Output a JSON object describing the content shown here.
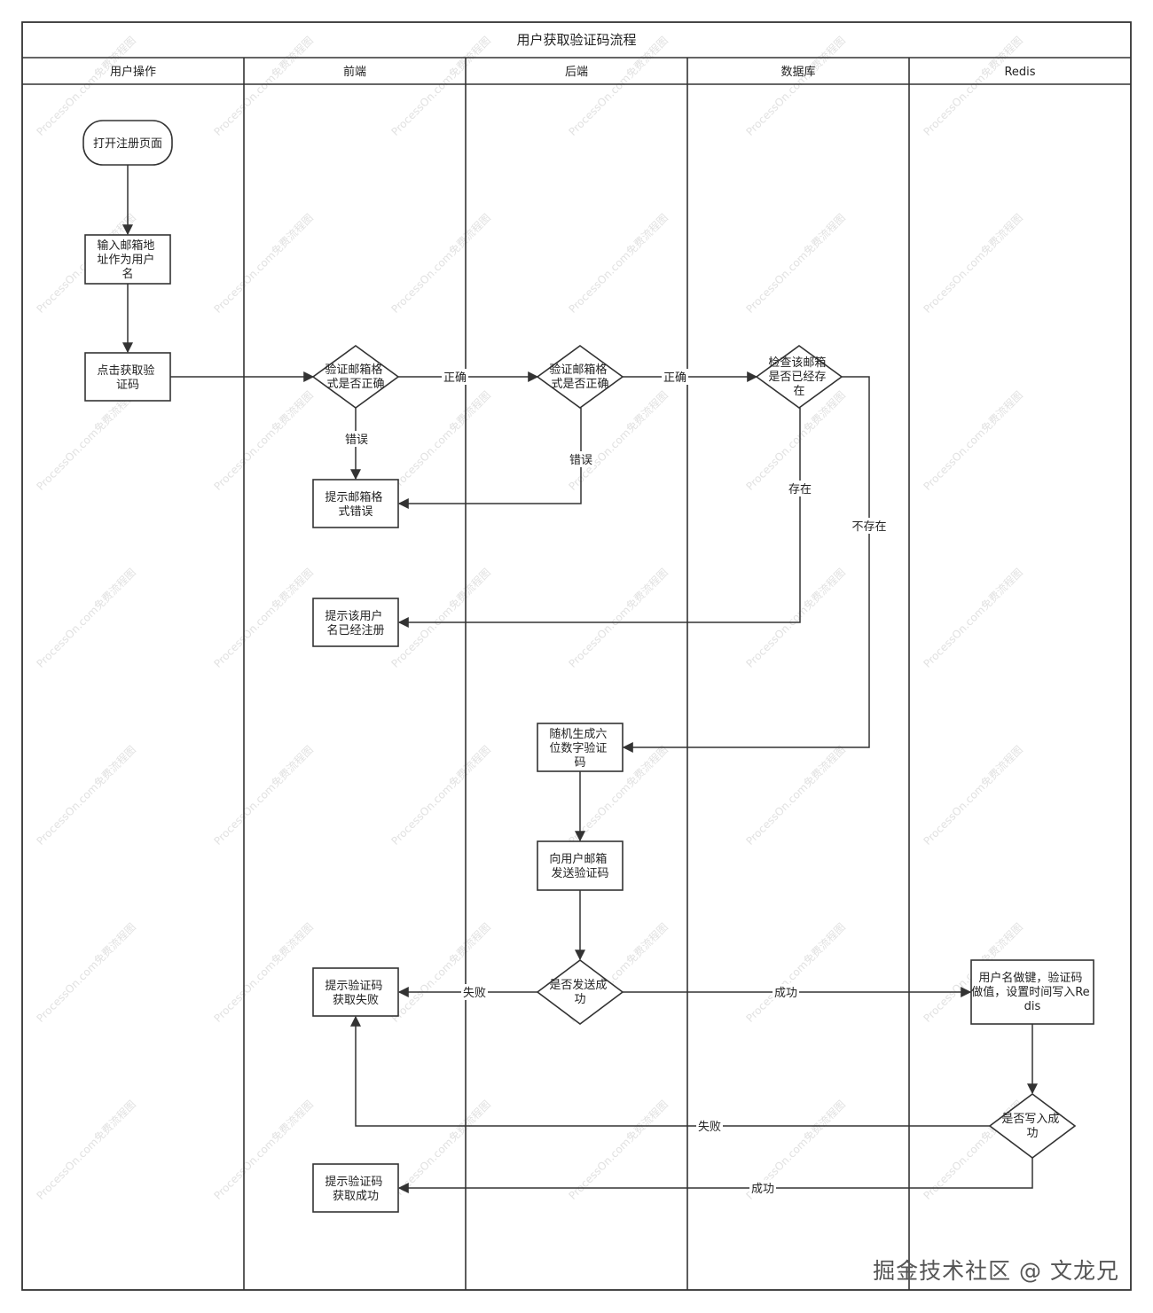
{
  "title": "用户获取验证码流程",
  "lanes": [
    "用户操作",
    "前端",
    "后端",
    "数据库",
    "Redis"
  ],
  "nodes": {
    "open_register": "打开注册页面",
    "input_email": "输入邮箱地址作为用户名",
    "click_get_code": "点击获取验证码",
    "fe_validate_format": "验证邮箱格式是否正确",
    "be_validate_format": "验证邮箱格式是否正确",
    "check_email_exists": "检查该邮箱是否已经存在",
    "hint_format_error": "提示邮箱格式错误",
    "hint_registered": "提示该用户名已经注册",
    "gen_code": "随机生成六位数字验证码",
    "send_code": "向用户邮箱发送验证码",
    "send_success_q": "是否发送成功",
    "hint_fail": "提示验证码获取失败",
    "write_redis": "用户名做键，验证码做值，设置时间写入Redis",
    "write_success_q": "是否写入成功",
    "hint_success": "提示验证码获取成功"
  },
  "edge_labels": {
    "correct_1": "正确",
    "correct_2": "正确",
    "error_1": "错误",
    "error_2": "错误",
    "exists": "存在",
    "not_exists": "不存在",
    "send_fail": "失败",
    "send_success": "成功",
    "write_fail": "失败",
    "write_success": "成功"
  },
  "watermark": "ProcessOn.com免费流程图",
  "brand": "掘金技术社区 @ 文龙兄"
}
